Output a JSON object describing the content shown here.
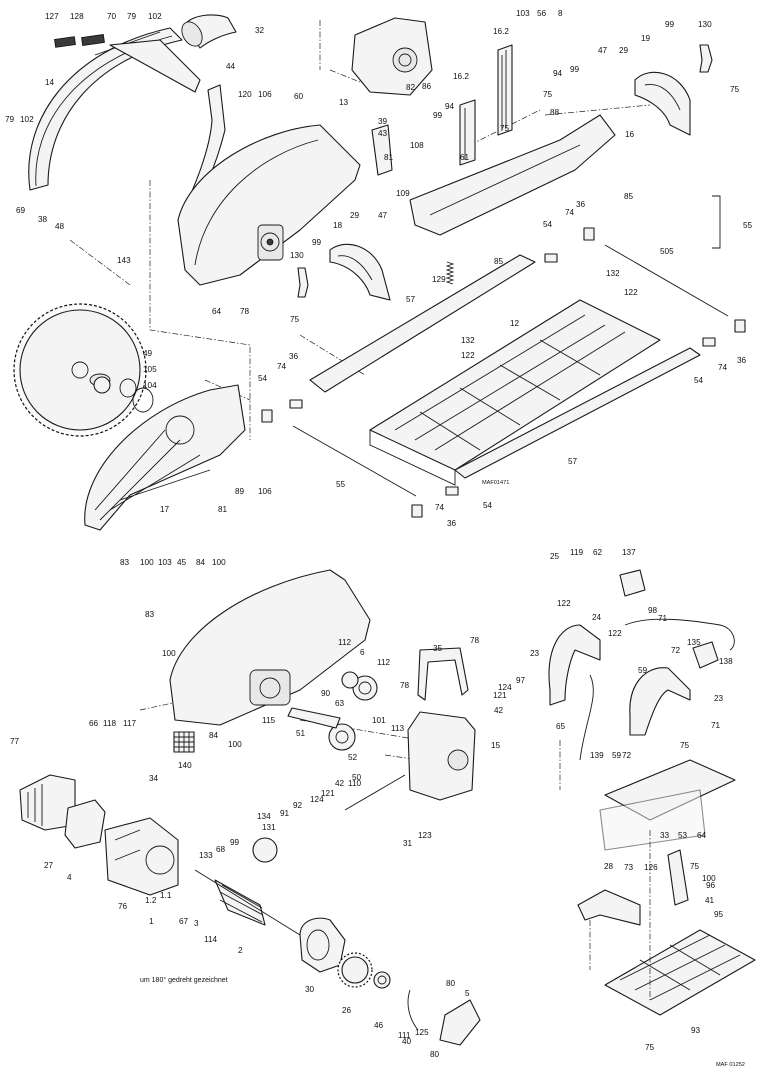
{
  "diagram": {
    "drawing_refs": [
      "MAF01471",
      "MAF 01252"
    ],
    "note": "um 180° gedreht gezeichnet",
    "part_labels": [
      "127",
      "128",
      "70",
      "79",
      "102",
      "32",
      "14",
      "44",
      "120",
      "106",
      "60",
      "13",
      "79",
      "102",
      "69",
      "38",
      "48",
      "143",
      "49",
      "105",
      "104",
      "17",
      "81",
      "89",
      "106",
      "39",
      "43",
      "108",
      "81",
      "109",
      "99",
      "94",
      "82",
      "86",
      "16.2",
      "16.2",
      "103",
      "56",
      "8",
      "75",
      "94",
      "99",
      "75",
      "88",
      "47",
      "29",
      "19",
      "99",
      "130",
      "75",
      "16",
      "61",
      "85",
      "47",
      "29",
      "18",
      "99",
      "130",
      "75",
      "64",
      "78",
      "85",
      "36",
      "74",
      "54",
      "55",
      "505",
      "129",
      "57",
      "12",
      "132",
      "122",
      "132",
      "122",
      "36",
      "74",
      "54",
      "54",
      "74",
      "36",
      "57",
      "55",
      "36",
      "74",
      "54",
      "83",
      "100",
      "103",
      "45",
      "84",
      "100",
      "83",
      "100",
      "112",
      "6",
      "112",
      "35",
      "78",
      "78",
      "97",
      "124",
      "121",
      "42",
      "15",
      "90",
      "63",
      "51",
      "115",
      "84",
      "100",
      "101",
      "113",
      "52",
      "110",
      "140",
      "66",
      "118",
      "117",
      "77",
      "34",
      "27",
      "4",
      "76",
      "1.2",
      "1.1",
      "1",
      "67",
      "3",
      "114",
      "68",
      "99",
      "133",
      "131",
      "134",
      "91",
      "92",
      "124",
      "121",
      "42",
      "50",
      "123",
      "31",
      "2",
      "30",
      "26",
      "46",
      "111",
      "40",
      "80",
      "5",
      "125",
      "80",
      "25",
      "119",
      "62",
      "137",
      "122",
      "24",
      "98",
      "71",
      "122",
      "135",
      "72",
      "138",
      "23",
      "59",
      "65",
      "139",
      "59",
      "72",
      "23",
      "71",
      "75",
      "33",
      "53",
      "64",
      "28",
      "73",
      "126",
      "75",
      "100",
      "96",
      "41",
      "95",
      "93",
      "75"
    ]
  }
}
